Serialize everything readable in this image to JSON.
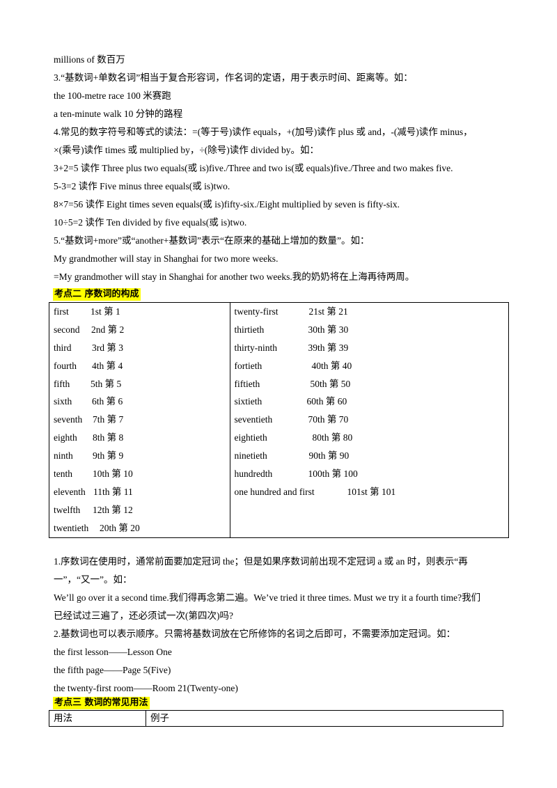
{
  "top_lines": [
    "millions of 数百万",
    "3.“基数词+单数名词”相当于复合形容词，作名词的定语，用于表示时间、距离等。如：",
    "the 100-metre race 100 米赛跑",
    "a ten-minute walk 10 分钟的路程",
    "4.常见的数字符号和等式的读法：=(等于号)读作  equals，+(加号)读作  plus 或 and，-(减号)读作 minus，",
    "×(乘号)读作 times  或 multiplied by，÷(除号)读作 divided by。如：",
    "3+2=5 读作 Three plus two equals(或 is)five./Three and two is(或 equals)five./Three and two makes five.",
    "5-3=2 读作  Five minus three equals(或 is)two.",
    "8×7=56 读作 Eight times seven equals(或 is)fifty-six./Eight multiplied by seven is fifty-six.",
    "10÷5=2 读作 Ten divided by five equals(或 is)two.",
    "5.“基数词+more”或“another+基数词”表示“在原来的基础上增加的数量”。如：",
    "My grandmother will stay in Shanghai for two more weeks.",
    "=My grandmother will stay in Shanghai for another two weeks.我的奶奶将在上海再待两周。"
  ],
  "heading2": "考点二 序数词的构成",
  "ordinals_left": [
    {
      "word": "first",
      "num": "1st 第 1"
    },
    {
      "word": "second",
      "num": "2nd  第 2"
    },
    {
      "word": "third",
      "num": "3rd 第 3"
    },
    {
      "word": "fourth",
      "num": "4th 第 4"
    },
    {
      "word": "fifth",
      "num": "5th 第 5"
    },
    {
      "word": "sixth",
      "num": "6th 第 6"
    },
    {
      "word": "seventh",
      "num": "7th 第 7"
    },
    {
      "word": "eighth",
      "num": "8th 第 8"
    },
    {
      "word": "ninth",
      "num": "9th 第 9"
    },
    {
      "word": "tenth",
      "num": "10th 第 10"
    },
    {
      "word": "eleventh",
      "num": "11th 第 11"
    },
    {
      "word": "twelfth",
      "num": "12th 第 12"
    },
    {
      "word": "twentieth",
      "num": "20th 第 20"
    }
  ],
  "ordinals_right": [
    {
      "word": "twenty-first",
      "num": "21st 第 21"
    },
    {
      "word": "thirtieth",
      "num": "30th  第 30"
    },
    {
      "word": "thirty-ninth",
      "num": "39th 第 39"
    },
    {
      "word": "fortieth",
      "num": "40th 第 40"
    },
    {
      "word": "fiftieth",
      "num": "50th  第 50"
    },
    {
      "word": "sixtieth",
      "num": "60th 第 60"
    },
    {
      "word": "seventieth",
      "num": "70th 第 70"
    },
    {
      "word": "eightieth",
      "num": "80th 第 80"
    },
    {
      "word": "ninetieth",
      "num": "90th 第 90"
    },
    {
      "word": "hundredth",
      "num": "100th  第 100"
    },
    {
      "word": "one hundred and first",
      "num": "101st  第 101"
    }
  ],
  "bottom_lines": [
    "1.序数词在使用时，通常前面要加定冠词   the；但是如果序数词前出现不定冠词 a 或 an 时，则表示“再",
    "一”，“又一”。如：",
    "We’ll go over it a second time.我们得再念第二遍。We’ve tried it three times. Must we try it a fourth time?我们",
    "已经试过三遍了，还必须试一次(第四次)吗?",
    "2.基数词也可以表示顺序。只需将基数词放在它所修饰的名词之后即可，不需要添加定冠词。如：",
    "the first lesson——Lesson One",
    "the fifth page——Page 5(Five)",
    "the twenty-first room——Room 21(Twenty-one)"
  ],
  "heading3": "考点三 数词的常见用法",
  "usage_table": {
    "col1": "用法",
    "col2": "例子"
  }
}
